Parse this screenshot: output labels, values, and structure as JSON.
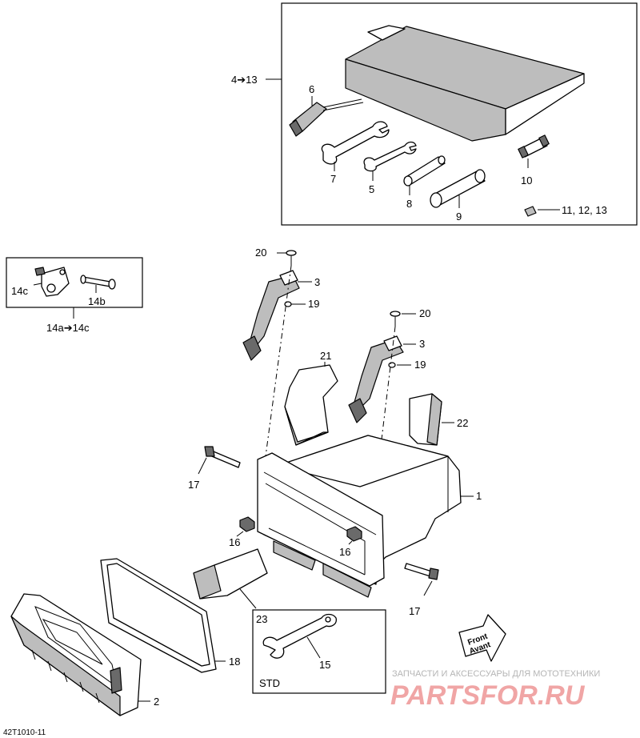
{
  "kit_callout": "4➔13",
  "callouts": {
    "p1": "1",
    "p2": "2",
    "p3a": "3",
    "p3b": "3",
    "p5": "5",
    "p6": "6",
    "p7": "7",
    "p8": "8",
    "p9": "9",
    "p10": "10",
    "p11_13": "11, 12, 13",
    "p14a_14c": "14a➔14c",
    "p14b": "14b",
    "p14c": "14c",
    "p15": "15",
    "p16a": "16",
    "p16b": "16",
    "p17a": "17",
    "p17b": "17",
    "p18": "18",
    "p19a": "19",
    "p19b": "19",
    "p20a": "20",
    "p20b": "20",
    "p21": "21",
    "p22": "22",
    "p23": "23"
  },
  "std_label": "STD",
  "front_arrow": {
    "line1": "Front",
    "line2": "Avant"
  },
  "watermark": {
    "tagline": "ЗАПЧАСТИ И АКСЕССУАРЫ ДЛЯ МОТОТЕХНИКИ",
    "brand": "PARTSFOR.RU"
  },
  "figure_code": "42T1010-11",
  "colors": {
    "ink": "#000000",
    "shade": "#bdbdbd",
    "watermark_red": "#e03a3a",
    "watermark_grey": "#b5b5b5"
  }
}
